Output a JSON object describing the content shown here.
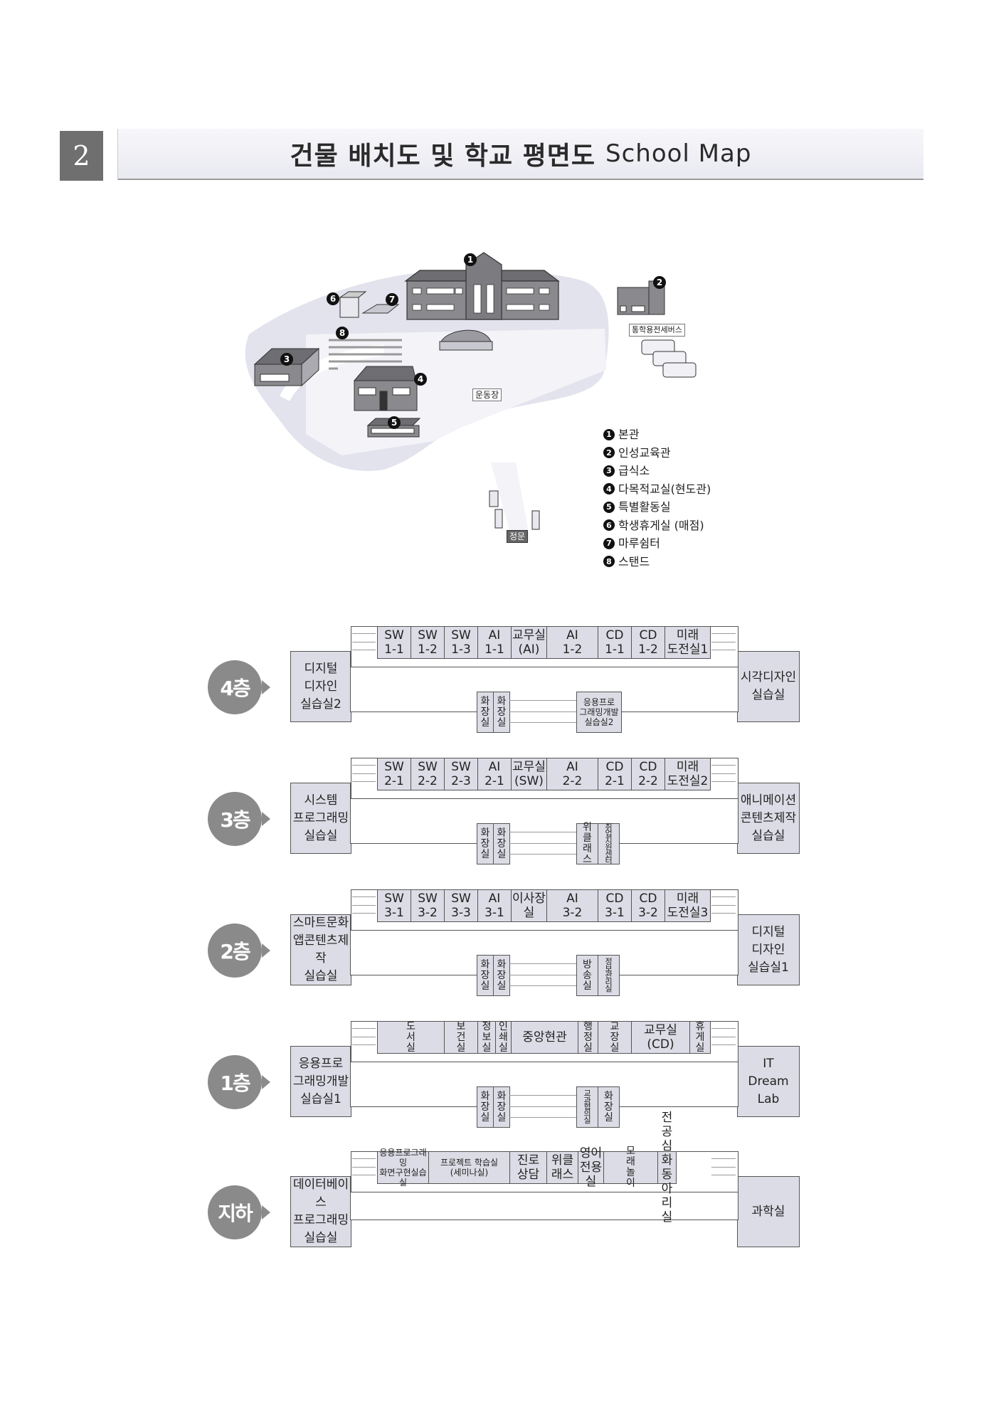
{
  "header": {
    "number": "2",
    "title_ko": "건물 배치도 및 학교 평면도",
    "title_en": "School Map"
  },
  "campus_map": {
    "building_numbers": [
      "1",
      "2",
      "3",
      "4",
      "5",
      "6",
      "7",
      "8"
    ],
    "labels": {
      "bus": "통학용전세버스",
      "field": "운동장",
      "gate": "정문"
    },
    "legend": [
      {
        "num": "1",
        "name": "본관"
      },
      {
        "num": "2",
        "name": "인성교육관"
      },
      {
        "num": "3",
        "name": "급식소"
      },
      {
        "num": "4",
        "name": "다목적교실(현도관)"
      },
      {
        "num": "5",
        "name": "특별활동실"
      },
      {
        "num": "6",
        "name": "학생휴게실 (매점)"
      },
      {
        "num": "7",
        "name": "마루쉼터"
      },
      {
        "num": "8",
        "name": "스탠드"
      }
    ]
  },
  "floors": [
    {
      "badge": "4층",
      "left_wing": "디지털\n디자인\n실습실2",
      "right_wing": "시각디자인\n실습실",
      "top_rooms": [
        "SW\n1-1",
        "SW\n1-2",
        "SW\n1-3",
        "AI\n1-1",
        "교무실\n(AI)",
        "AI\n1-2",
        "CD\n1-1",
        "CD\n1-2",
        "미래\n도전실1"
      ],
      "bottom_rooms": [
        "화\n장\n실",
        "화\n장\n실",
        "응용프로\n그래밍개발\n실습실2"
      ]
    },
    {
      "badge": "3층",
      "left_wing": "시스템\n프로그래밍\n실습실",
      "right_wing": "애니메이션\n콘텐츠제작\n실습실",
      "top_rooms": [
        "SW\n2-1",
        "SW\n2-2",
        "SW\n2-3",
        "AI\n2-1",
        "교무실\n(SW)",
        "AI\n2-2",
        "CD\n2-1",
        "CD\n2-2",
        "미래\n도전실2"
      ],
      "bottom_rooms": [
        "화\n장\n실",
        "화\n장\n실",
        "위\n클\n래\n스",
        "취\n업\n지\n원\n센\n터"
      ]
    },
    {
      "badge": "2층",
      "left_wing": "스마트문화\n앱콘텐츠제작\n실습실",
      "right_wing": "디지털\n디자인\n실습실1",
      "top_rooms": [
        "SW\n3-1",
        "SW\n3-2",
        "SW\n3-3",
        "AI\n3-1",
        "이사장실",
        "AI\n3-2",
        "CD\n3-1",
        "CD\n3-2",
        "미래\n도전실3"
      ],
      "bottom_rooms": [
        "화\n장\n실",
        "화\n장\n실",
        "방\n송\n실",
        "정\n보\n관\n리\n실"
      ]
    },
    {
      "badge": "1층",
      "left_wing": "응용프로\n그래밍개발\n실습실1",
      "right_wing": "IT\nDream\nLab",
      "top_rooms": [
        "도\n서\n실",
        "보\n건\n실",
        "정\n보\n실",
        "인\n쇄\n실",
        "중앙현관",
        "행\n정\n실",
        "교\n장\n실",
        "교무실\n(CD)",
        "휴\n게\n실"
      ],
      "bottom_rooms": [
        "화\n장\n실",
        "화\n장\n실",
        "교\n과\n협\n의\n실",
        "화\n장\n실"
      ]
    },
    {
      "badge": "지하",
      "left_wing": "데이터베이스\n프로그래밍\n실습실",
      "right_wing": "과학실",
      "top_rooms": [
        "응용프로그래밍\n화면구현실습실",
        "프로젝트 학습실\n(세미나실)",
        "진로\n상담",
        "위클\n래스",
        "영어\n전용실",
        "모\n래\n놀\n이",
        "전공심화\n동아리실"
      ],
      "bottom_rooms": []
    }
  ]
}
